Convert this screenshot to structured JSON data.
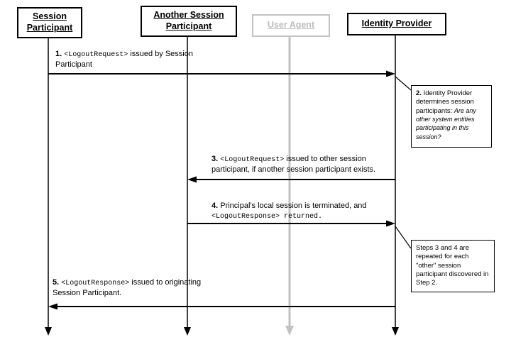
{
  "colors": {
    "line_black": "#000000",
    "muted_gray": "#c2c2c2"
  },
  "actors": [
    {
      "label": "Session Participant"
    },
    {
      "label": "Another Session Participant"
    },
    {
      "label": "User Agent"
    },
    {
      "label": "Identity Provider"
    }
  ],
  "messages": [
    {
      "step": "1. ",
      "code": "<LogoutRequest>",
      "post": " issued by Session Participant"
    },
    {
      "step": "3. ",
      "code": "<LogoutRequest>",
      "post": " issued to other session participant, if another session participant exists."
    },
    {
      "step": "4. ",
      "pre": "Principal's local session is terminated, and ",
      "code": "<LogoutResponse>",
      "post": " returned."
    },
    {
      "step": "5. ",
      "code": "<LogoutResponse>",
      "post": " issued to originating Session Participant."
    }
  ],
  "notes": [
    {
      "step": "2. ",
      "text": "Identity Provider determines session participants: ",
      "question": "Are any other system entities participating in this session?"
    },
    {
      "text": "Steps 3 and 4 are repeated for each \"other\" session participant discovered in Step 2."
    }
  ]
}
